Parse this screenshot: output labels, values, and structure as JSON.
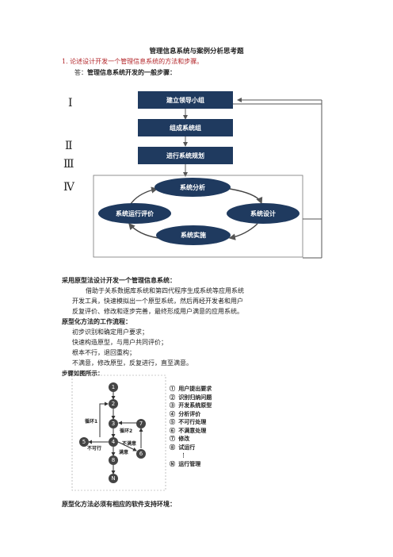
{
  "title": "管理信息系统与案例分析思考题",
  "question1": "1.  论述设计开发一个管理信息系统的方法和步骤。",
  "answer_prefix": "答：",
  "answer_heading": "管理信息系统开发的一般步骤：",
  "roman": [
    "Ⅰ",
    "Ⅱ",
    "Ⅲ",
    "Ⅳ"
  ],
  "steps": [
    "建立领导小组",
    "组成系统组",
    "进行系统规划"
  ],
  "cycle": {
    "top": "系统分析",
    "right": "系统设计",
    "bottom": "系统实施",
    "left": "系统运行评价"
  },
  "prototype_heading": "采用原型法设计开发一个管理信息系统：",
  "prototype_para": [
    "借助于关系数据库系统和第四代程序生成系统等应用系统",
    "开发工具，快速模拟出一个原型系统，然后再经开发者和用户",
    "反复评价、修改和逐步完善，最终形成用户满意的应用系统。"
  ],
  "workflow_heading": "原型化方法的工作流程：",
  "workflow": [
    "初步识别和确定用户要求；",
    "快速构造原型，与用户共同评价；",
    "根本不行，退回重构；",
    "不满意，修改原型，反复进行，直至满意。"
  ],
  "steps_fig_heading": "步骤如图所示：",
  "fig_nodes": [
    "1",
    "2",
    "3",
    "4",
    "5",
    "6",
    "7",
    "8",
    "N"
  ],
  "fig_labels": {
    "loop1": "循环1",
    "loop2": "循环2",
    "not_ok": "不可行",
    "unsatisfied": "不满意",
    "satisfied": "满意"
  },
  "legend": [
    "① 用户提出要求",
    "② 识别归纳问题",
    "③ 开发系统原型",
    "④ 分析评价",
    "⑤ 不可行处理",
    "⑥ 不满意处理",
    "⑦ 修改",
    "⑧ 试运行",
    "⋮",
    "Ⓝ 运行管理"
  ],
  "support_heading": "原型化方法必须有相应的软件支持环境："
}
